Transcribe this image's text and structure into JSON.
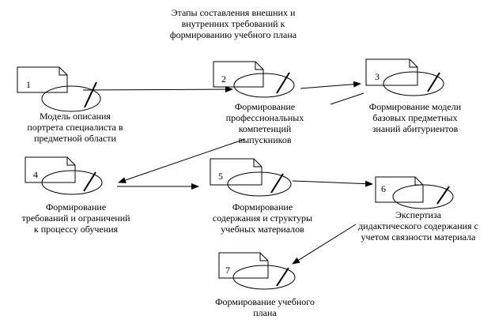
{
  "title": [
    "Этапы составления внешних и",
    "внутренних требований к",
    "формированию учебного плана"
  ],
  "nodes": [
    {
      "number": "1",
      "caption": [
        "Модель описания",
        "портрета специалиста в",
        "предметной области"
      ]
    },
    {
      "number": "2",
      "caption": [
        "Формирование",
        "профессиональных",
        "компетенций",
        "выпускников"
      ]
    },
    {
      "number": "3",
      "caption": [
        "Формирование модели",
        "базовых предметных",
        "знаний абитуриентов"
      ]
    },
    {
      "number": "4",
      "caption": [
        "Формирование",
        "требований и ограничений",
        "к процессу обучения"
      ]
    },
    {
      "number": "5",
      "caption": [
        "Формирование",
        "содержания и структуры",
        "учебных материалов"
      ]
    },
    {
      "number": "6",
      "caption": [
        "Экспертиза",
        "дидактического содержания с",
        "учетом связности материала"
      ]
    },
    {
      "number": "7",
      "caption": [
        "Формирование учебного",
        "плана"
      ]
    }
  ]
}
